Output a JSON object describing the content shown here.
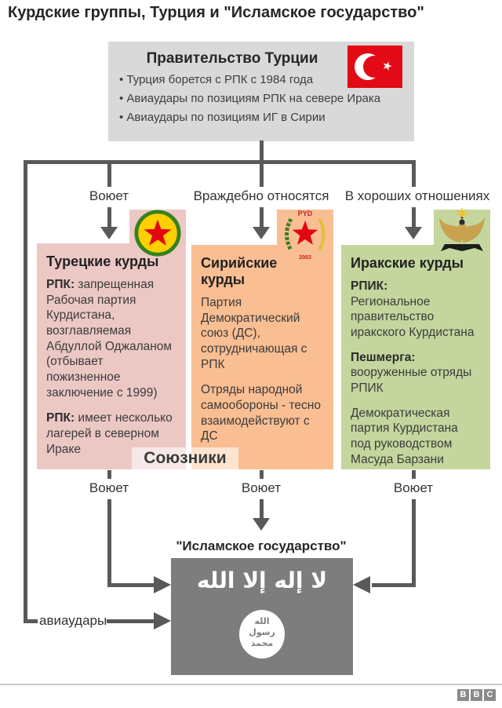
{
  "page": {
    "title": "Курдские группы, Турция и \"Исламское государство\""
  },
  "turkey": {
    "title": "Правительство Турции",
    "bullets": [
      "Турция борется с РПК с 1984 года",
      "Авиаудары по позициям РПК на севере Ирака",
      "Авиаудары по позициям ИГ в Сирии"
    ]
  },
  "relations": {
    "fights": "Воюет",
    "hostile": "Враждебно относятся",
    "good": "В хороших отношениях"
  },
  "groups": {
    "turkish": {
      "title": "Турецкие курды",
      "p1_lead": "РПК:",
      "p1": "запрещенная Рабочая партия Курдистана, возглавляемая Абдуллой Оджаланом (отбывает пожизненное заключение с 1999)",
      "p2_lead": "РПК:",
      "p2": "имеет несколько лагерей в северном Ираке"
    },
    "syrian": {
      "title": "Сирийские курды",
      "p1": "Партия Демократический союз (ДС), сотрудничающая с РПК",
      "p2": "Отряды народной самообороны - тесно взаимодействуют с ДС"
    },
    "iraqi": {
      "title": "Иракские курды",
      "p1_lead": "РПИК:",
      "p1": "Региональное правительство иракского Курдистана",
      "p2_lead": "Пешмерга:",
      "p2": "вооруженные отряды РПИК",
      "p3": "Демократическая партия Курдистана под руководством Масуда Барзани"
    }
  },
  "allies_label": "Союзники",
  "fights_bottom": {
    "left": "Воюет",
    "middle": "Воюет",
    "right": "Воюет"
  },
  "airstrikes_label": "авиаудары",
  "islamic_state": {
    "title": "\"Исламское государство\"",
    "shahada": "لا إله إلا الله",
    "seal_line1": "الله",
    "seal_line2": "رسول",
    "seal_line3": "محمد"
  },
  "logos": {
    "pyd_top": "PYD",
    "pyd_year": "2003"
  },
  "footer": {
    "b1": "B",
    "b2": "B",
    "b3": "C"
  },
  "colors": {
    "line": "#58595b",
    "turkey_box": "#d9d9d9",
    "turkish_kurds_box": "#ecc8c5",
    "syrian_kurds_box": "#f9be92",
    "iraqi_kurds_box": "#c4d69d",
    "is_flag": "#7d7d7d",
    "turkey_flag_red": "#e30a17",
    "allies_bg": "rgba(255,255,255,0.58)"
  }
}
